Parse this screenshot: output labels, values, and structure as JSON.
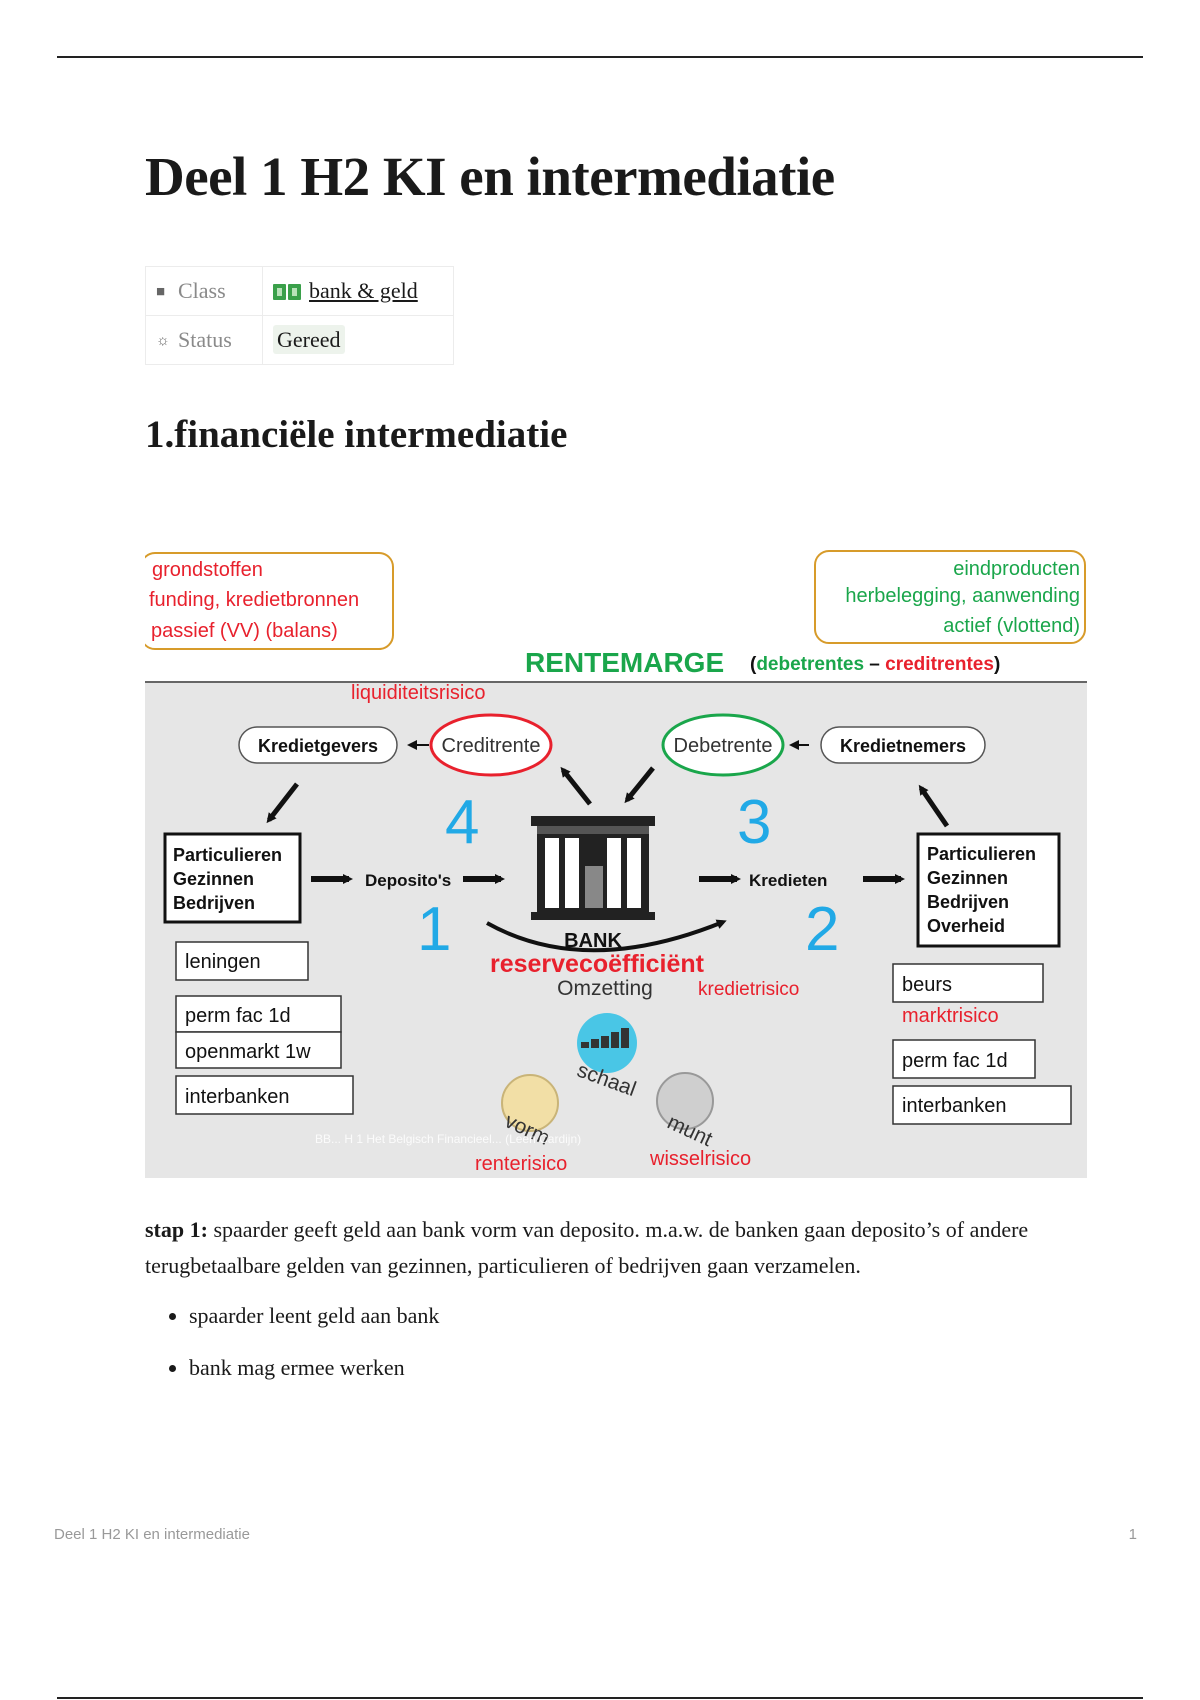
{
  "page": {
    "title": "Deel 1 H2 KI en intermediatie",
    "properties": [
      {
        "key": "Class",
        "icon": "book-icon",
        "value": "bank & geld",
        "value_icon": "money-icon"
      },
      {
        "key": "Status",
        "icon": "spinner-icon",
        "value": "Gereed"
      }
    ],
    "section_heading": "1.financiële intermediatie"
  },
  "diagram": {
    "left_box": [
      "grondstoffen",
      "funding, kredietbronnen",
      "passief (VV) (balans)"
    ],
    "right_box": [
      "eindproducten",
      "herbelegging, aanwending",
      "actief (vlottend)"
    ],
    "rentemarge": "RENTEMARGE",
    "rentemarge_open": "(",
    "rentemarge_debet": "debetrentes",
    "rentemarge_sep": " – ",
    "rentemarge_credit": "creditrentes",
    "rentemarge_close": ")",
    "liquiditeitsrisico": "liquiditeitsrisico",
    "kredietgevers": "Kredietgevers",
    "creditrente": "Creditrente",
    "debetrente": "Debetrente",
    "kredietnemers": "Kredietnemers",
    "num1": "1",
    "num2": "2",
    "num3": "3",
    "num4": "4",
    "left_group": [
      "Particulieren",
      "Gezinnen",
      "Bedrijven"
    ],
    "right_group": [
      "Particulieren",
      "Gezinnen",
      "Bedrijven",
      "Overheid"
    ],
    "depositos": "Deposito's",
    "kredieten": "Kredieten",
    "bank": "BANK",
    "reservecoefficient": "reservecoëfficiënt",
    "omzetting": "Omzetting",
    "kredietrisico": "kredietrisico",
    "left_list": [
      "leningen",
      "perm fac 1d",
      "openmarkt 1w",
      "interbanken"
    ],
    "right_list": [
      "beurs",
      "perm fac 1d",
      "interbanken"
    ],
    "marktrisico": "marktrisico",
    "schaal": "schaal",
    "vorm": "vorm",
    "munt": "munt",
    "renterisico": "renterisico",
    "wisselrisico": "wisselrisico",
    "watermark": "BB... H 1 Het Belgisch Financieel... (Leen Cardijn)"
  },
  "body": {
    "stap_label": "stap 1:",
    "stap_text": " spaarder geeft geld aan bank vorm van deposito. m.a.w. de banken gaan deposito’s of andere terugbetaalbare gelden van gezinnen, particulieren of bedrijven gaan verzamelen.",
    "bullets": [
      "spaarder leent geld aan bank",
      "bank mag ermee werken"
    ]
  },
  "footer": {
    "left": "Deel 1 H2 KI en intermediatie",
    "page_number": "1"
  },
  "colors": {
    "red": "#e8212d",
    "green": "#1aa64b",
    "blue": "#21a9e6",
    "orange_border": "#d79b2a",
    "panel_gray": "#e6e6e6"
  }
}
